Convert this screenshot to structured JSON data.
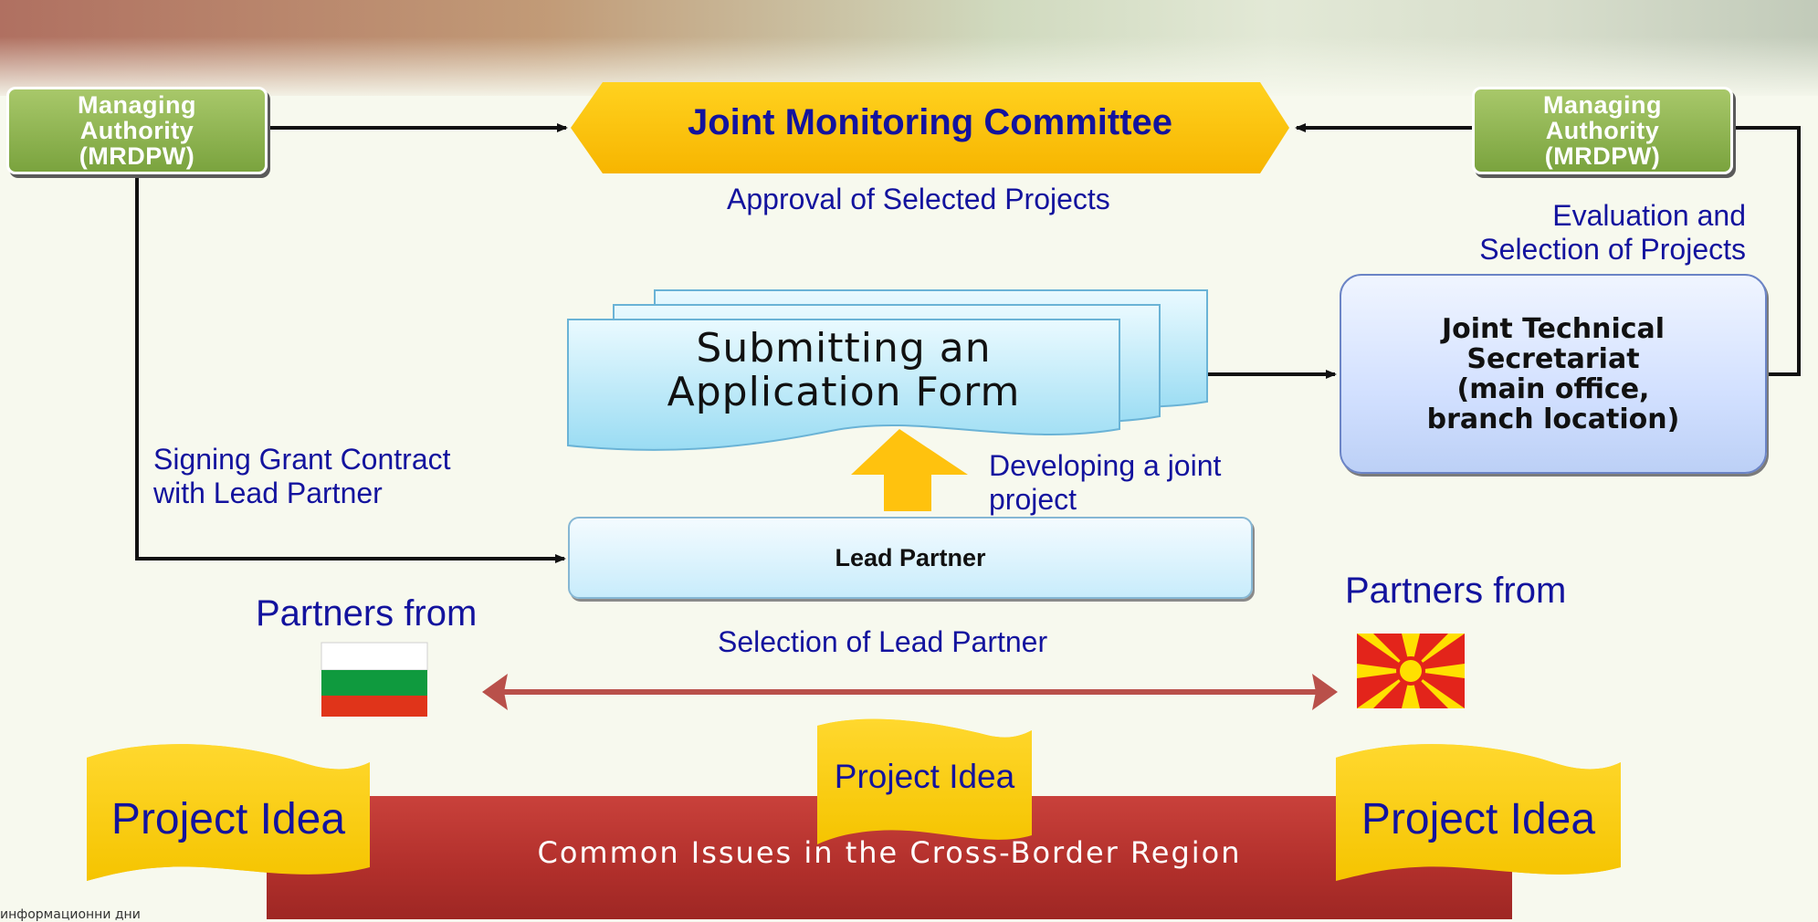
{
  "nodes": {
    "jmc": "Joint Monitoring Committee",
    "ma_left": "Managing Authority (MRDPW)",
    "ma_right": "Managing Authority (MRDPW)",
    "application_form_line1": "Submitting an",
    "application_form_line2": "Application Form",
    "jts_line1": "Joint Technical",
    "jts_line2": "Secretariat",
    "jts_line3": "(main office,",
    "jts_line4": "branch location)",
    "lead_partner": "Lead Partner",
    "common_issues": "Common Issues in the Cross-Border Region",
    "project_idea_left": "Project Idea",
    "project_idea_center": "Project Idea",
    "project_idea_right": "Project Idea"
  },
  "labels": {
    "approval": "Approval of Selected Projects",
    "evaluation_line1": "Evaluation and",
    "evaluation_line2": "Selection of Projects",
    "signing_line1": "Signing Grant Contract",
    "signing_line2": "with Lead Partner",
    "developing_line1": "Developing a joint",
    "developing_line2": "project",
    "partners_left": "Partners from",
    "partners_right": "Partners from",
    "selection_lead": "Selection of Lead Partner",
    "edge_fragment": "информационни дни"
  },
  "colors": {
    "jmc_fill": "#ffc300",
    "jmc_text": "#13139e",
    "label_text": "#13139e",
    "ma_fill": "#8db352",
    "banner_red": "#b5302c",
    "arrow_double": "#b9504a",
    "flag_bg_white": "#ffffff",
    "flag_bg_green": "#0f9a3e",
    "flag_bg_red": "#e0341a",
    "flag_mk_red": "#e3241b",
    "flag_mk_yellow": "#ffe000"
  }
}
